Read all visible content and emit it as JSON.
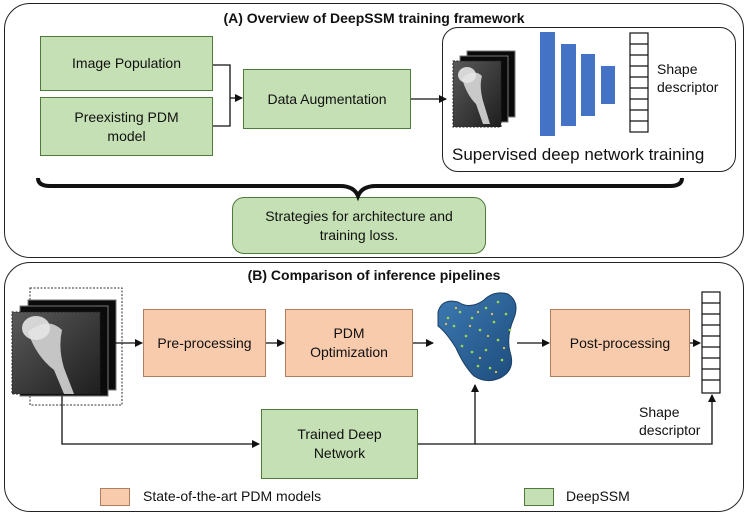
{
  "panel_a": {
    "title": "(A) Overview of DeepSSM training framework",
    "image_population": "Image Population",
    "preexisting_pdm": "Preexisting PDM model",
    "data_augmentation": "Data Augmentation",
    "shape_descriptor": "Shape descriptor",
    "supervised_training": "Supervised deep network training",
    "strategies": "Strategies for architecture and training loss."
  },
  "panel_b": {
    "title": "(B) Comparison of inference pipelines",
    "pre_processing": "Pre-processing",
    "pdm_optimization": "PDM Optimization",
    "post_processing": "Post-processing",
    "trained_network": "Trained Deep Network",
    "shape_descriptor": "Shape descriptor"
  },
  "legend": {
    "state_of_art": "State-of-the-art PDM models",
    "deepssm": "DeepSSM"
  },
  "colors": {
    "green_fill": "#c5e0b4",
    "orange_fill": "#f8cbad",
    "network_blue": "#4472c4",
    "bone_blue": "#2a5a8a"
  }
}
